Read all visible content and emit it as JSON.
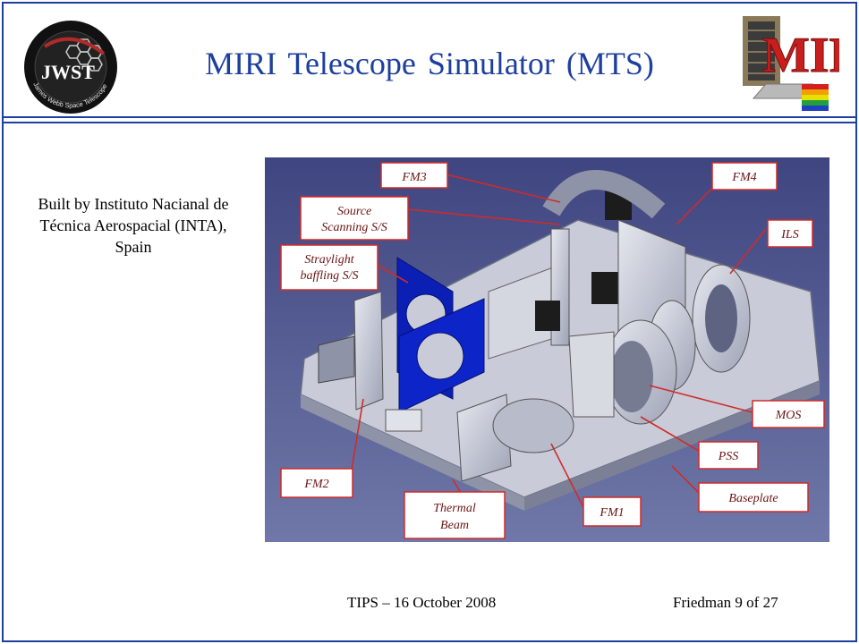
{
  "slide": {
    "title": "MIRI Telescope Simulator (MTS)",
    "body": "Built by Instituto Nacianal de Técnica Aerospacial (INTA), Spain",
    "footer_left": "TIPS – 16 October 2008",
    "footer_right": "Friedman 9 of 27"
  },
  "logos": {
    "left_text": "JWST",
    "left_ring": "James Webb Space Telescope",
    "right_text": "MIRI"
  },
  "figure": {
    "labels": {
      "fm3": "FM3",
      "fm4": "FM4",
      "source_1": "Source",
      "source_2": "Scanning S/S",
      "ils": "ILS",
      "stray_1": "Straylight",
      "stray_2": "baffling S/S",
      "mos": "MOS",
      "pss": "PSS",
      "fm2": "FM2",
      "baseplate": "Baseplate",
      "thermal_1": "Thermal",
      "thermal_2": "Beam",
      "fm1": "FM1"
    }
  },
  "colors": {
    "accent": "#1d3f9e",
    "callout_line": "#d12a2a",
    "figure_bg": "#4a4f8a",
    "panel_blue": "#0b1fb5"
  }
}
